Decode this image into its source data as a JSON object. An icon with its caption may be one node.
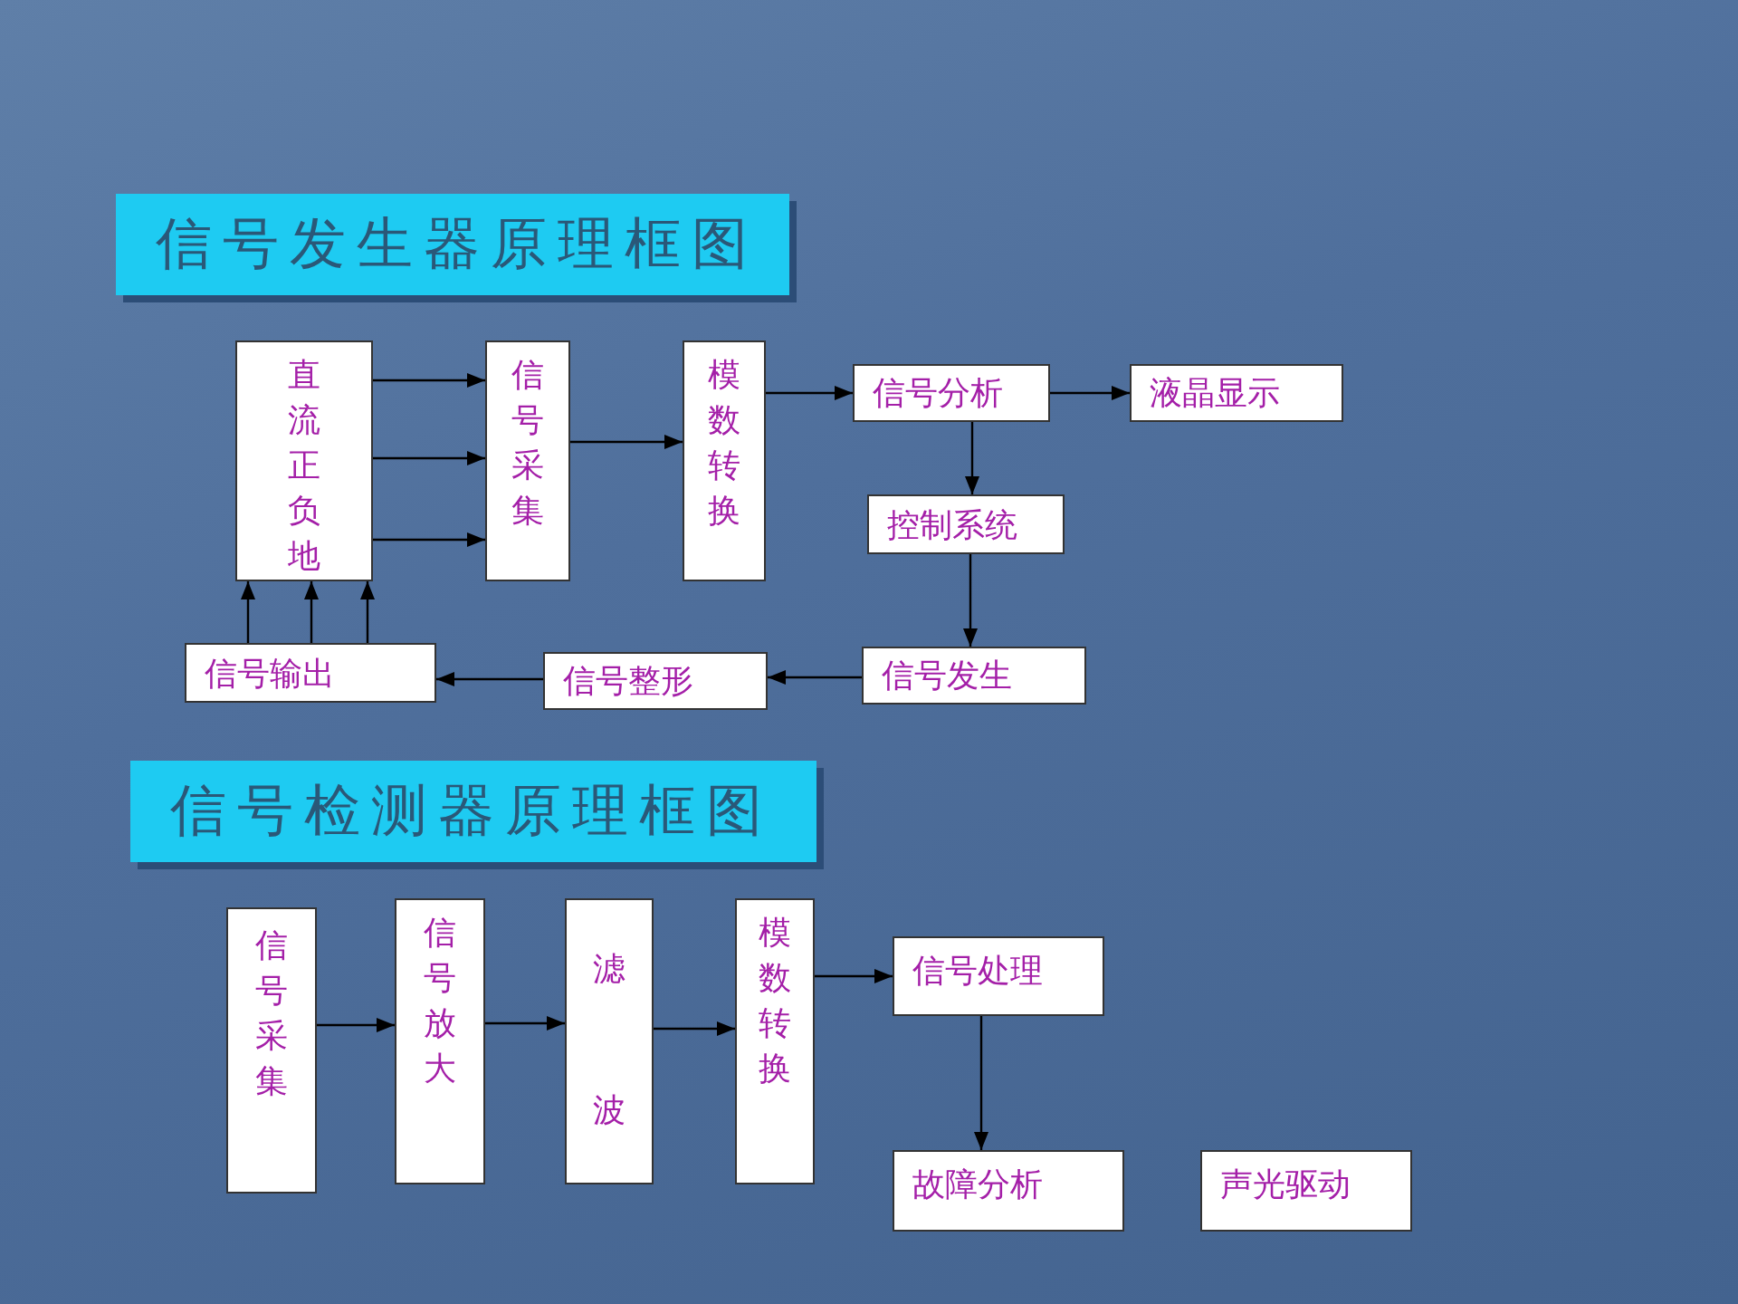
{
  "diagram": {
    "nodes": [
      {
        "text": [
          "信号发生器原理框图"
        ]
      },
      {
        "text": [
          "直流正负地"
        ]
      },
      {
        "text": [
          "信号采集"
        ]
      },
      {
        "text": [
          "模数转换"
        ]
      },
      {
        "text": [
          "信号分析"
        ]
      },
      {
        "text": [
          "液晶显示"
        ]
      },
      {
        "text": [
          "控制系统"
        ]
      },
      {
        "text": [
          "信号发生"
        ]
      },
      {
        "text": [
          "信号整形"
        ]
      },
      {
        "text": [
          "信号输出"
        ]
      },
      {
        "text": [
          "信号检测器原理框图"
        ]
      },
      {
        "text": [
          "信号采集"
        ]
      },
      {
        "text": [
          "信号放大"
        ]
      },
      {
        "text": [
          "滤波"
        ]
      },
      {
        "text": [
          "模数转换"
        ]
      },
      {
        "text": [
          "信号处理"
        ]
      },
      {
        "text": [
          "故障分析"
        ]
      },
      {
        "text": [
          "声光驱动"
        ]
      }
    ],
    "edges": [
      {
        "from": 1,
        "to": 2,
        "arrow": "to"
      },
      {
        "from": 1,
        "to": 2,
        "arrow": "to"
      },
      {
        "from": 1,
        "to": 2,
        "arrow": "to"
      },
      {
        "from": 2,
        "to": 3,
        "arrow": "to"
      },
      {
        "from": 3,
        "to": 4,
        "arrow": "to"
      },
      {
        "from": 4,
        "to": 5,
        "arrow": "to"
      },
      {
        "from": 4,
        "to": 6,
        "arrow": "to"
      },
      {
        "from": 6,
        "to": 7,
        "arrow": "to"
      },
      {
        "from": 7,
        "to": 8,
        "arrow": "to"
      },
      {
        "from": 8,
        "to": 9,
        "arrow": "to"
      },
      {
        "from": 9,
        "to": 1,
        "arrow": "to"
      },
      {
        "from": 9,
        "to": 1,
        "arrow": "to"
      },
      {
        "from": 9,
        "to": 1,
        "arrow": "to"
      },
      {
        "from": 11,
        "to": 12,
        "arrow": "to"
      },
      {
        "from": 12,
        "to": 13,
        "arrow": "to"
      },
      {
        "from": 13,
        "to": 14,
        "arrow": "to"
      },
      {
        "from": 14,
        "to": 15,
        "arrow": "to"
      },
      {
        "from": 15,
        "to": 16,
        "arrow": "to"
      }
    ]
  }
}
